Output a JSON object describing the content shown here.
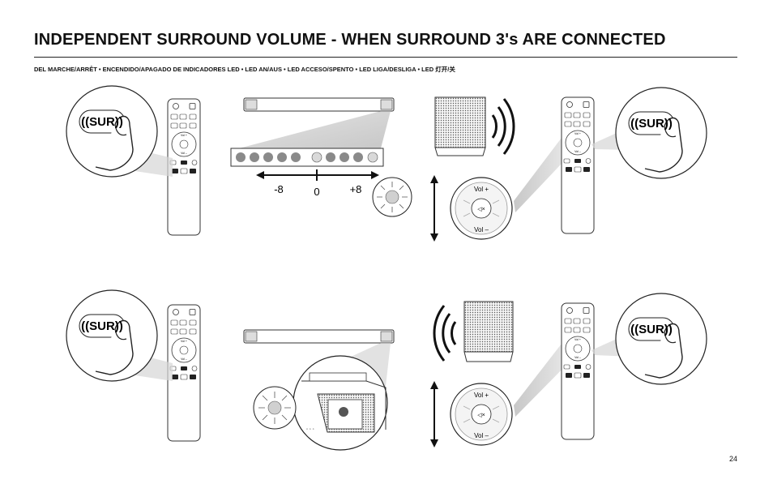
{
  "page": {
    "title": "INDEPENDENT SURROUND VOLUME - WHEN SURROUND 3's ARE CONNECTED",
    "subtitle": "DEL MARCHE/ARRÊT • ENCENDIDO/APAGADO DE INDICADORES LED • LED AN/AUS • LED ACCESO/SPENTO • LED LIGA/DESLIGA • LED 灯开/关",
    "page_number": "24"
  },
  "illustration": {
    "sur_label": "((SUR))",
    "scale_min": "-8",
    "scale_mid": "0",
    "scale_max": "+8",
    "vol_plus": "Vol +",
    "vol_minus": "Vol –",
    "mute_symbol": "◁×"
  },
  "colors": {
    "ink": "#111111",
    "gray_fill": "#8a8a8a",
    "light_gray": "#d9d9d9",
    "rule": "#222222"
  }
}
